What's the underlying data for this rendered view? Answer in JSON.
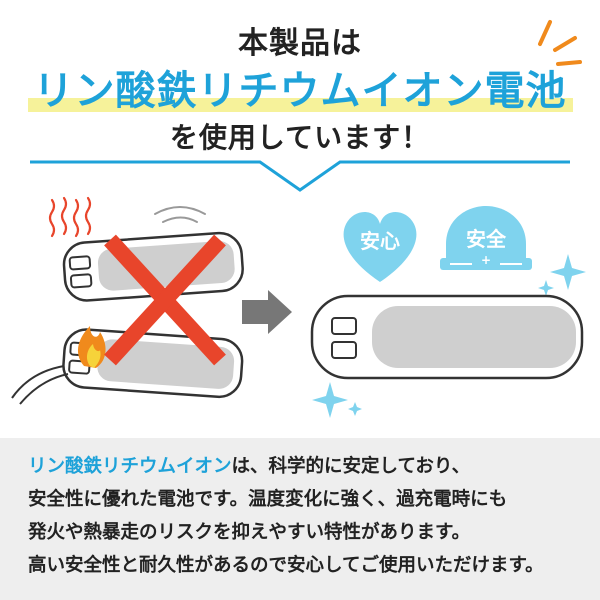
{
  "headline": {
    "line1": "本製品は",
    "line2": "リン酸鉄リチウムイオン電池",
    "line3": "を使用しています！"
  },
  "badges": {
    "heart_label": "安心",
    "helmet_label": "安全"
  },
  "description": {
    "highlight": "リン酸鉄リチウムイオン",
    "line1_rest": "は、科学的に安定しており、",
    "line2": "安全性に優れた電池です。温度変化に強く、過充電時にも",
    "line3": "発火や熱暴走のリスクを抑えやすい特性があります。",
    "line4": "高い安全性と耐久性があるので安心してご使用いただけます。"
  },
  "colors": {
    "accent_blue": "#1ea2d9",
    "highlight_yellow": "#f6f29a",
    "cross_red": "#e8452b",
    "panel_gray": "#eeeeee",
    "sparkle_orange": "#f08a1c"
  },
  "icons": [
    "sparkle-icon",
    "chevron-divider-icon",
    "heat-waves-icon",
    "fire-icon",
    "cross-icon",
    "arrow-right-icon",
    "heart-badge-icon",
    "helmet-badge-icon",
    "twinkle-star-icon",
    "power-bank-icon"
  ]
}
